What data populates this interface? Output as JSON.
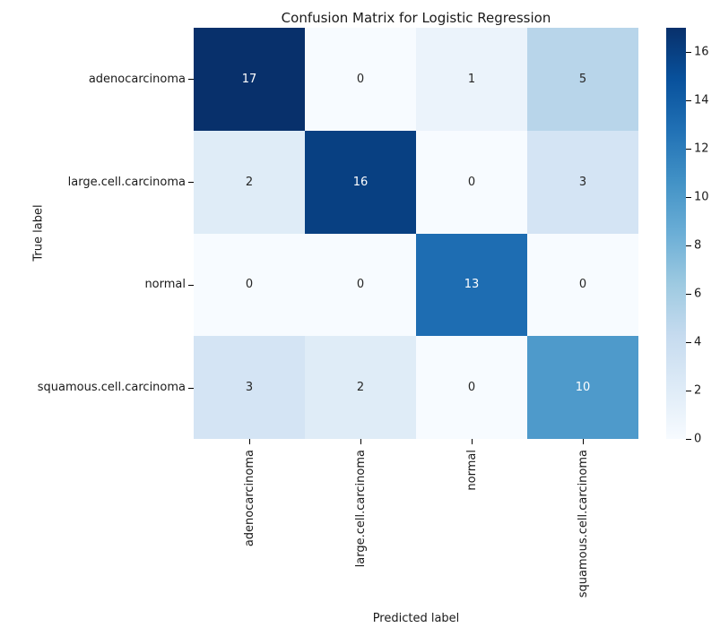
{
  "figure": {
    "background_color": "#ffffff",
    "text_color": "#1a1a1a"
  },
  "chart_data": {
    "type": "heatmap",
    "title": "Confusion Matrix for Logistic Regression",
    "xlabel": "Predicted label",
    "ylabel": "True label",
    "classes": [
      "adenocarcinoma",
      "large.cell.carcinoma",
      "normal",
      "squamous.cell.carcinoma"
    ],
    "matrix": [
      [
        17,
        0,
        1,
        5
      ],
      [
        2,
        16,
        0,
        3
      ],
      [
        0,
        0,
        13,
        0
      ],
      [
        3,
        2,
        0,
        10
      ]
    ],
    "cell_colors": [
      [
        "#08306b",
        "#f7fbff",
        "#ebf3fb",
        "#b8d5ea"
      ],
      [
        "#dfecf7",
        "#084082",
        "#f7fbff",
        "#d4e4f4"
      ],
      [
        "#f7fbff",
        "#f7fbff",
        "#1e6db2",
        "#f7fbff"
      ],
      [
        "#d4e4f4",
        "#dfecf7",
        "#f7fbff",
        "#4e9acb"
      ]
    ],
    "cell_text_colors": [
      [
        "#ffffff",
        "#262626",
        "#262626",
        "#262626"
      ],
      [
        "#262626",
        "#ffffff",
        "#262626",
        "#262626"
      ],
      [
        "#262626",
        "#262626",
        "#ffffff",
        "#262626"
      ],
      [
        "#262626",
        "#262626",
        "#262626",
        "#ffffff"
      ]
    ],
    "colormap": "Blues",
    "vmin": 0,
    "vmax": 17,
    "colorbar_ticks": [
      0,
      2,
      4,
      6,
      8,
      10,
      12,
      14,
      16
    ],
    "colorbar_gradient_bottom_to_top": [
      "#f7fbff",
      "#deebf7",
      "#c6dbef",
      "#9ecae1",
      "#6baed6",
      "#4292c6",
      "#2171b5",
      "#08519c",
      "#08306b"
    ],
    "grid": false,
    "legend_position": "right-colorbar"
  }
}
